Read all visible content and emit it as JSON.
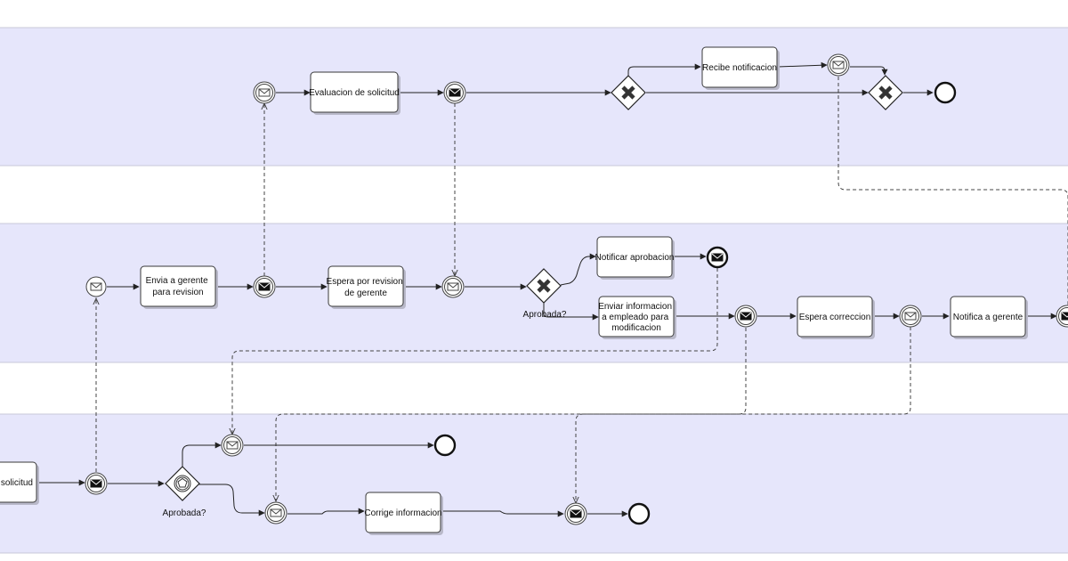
{
  "diagram": {
    "type": "bpmn-collaboration",
    "pools": [
      {
        "id": "pool-top",
        "label": ""
      },
      {
        "id": "pool-middle",
        "label": ""
      },
      {
        "id": "pool-bottom",
        "label": ""
      }
    ],
    "tasks": [
      {
        "id": "evaluacion-solicitud",
        "lines": [
          "Evaluacion de solicitud"
        ]
      },
      {
        "id": "recibe-notificacion",
        "lines": [
          "Recibe notificacion"
        ]
      },
      {
        "id": "envia-gerente",
        "lines": [
          "Envia a gerente",
          "para revision"
        ]
      },
      {
        "id": "espera-revision",
        "lines": [
          "Espera por revision",
          "de gerente"
        ]
      },
      {
        "id": "notificar-aprobacion",
        "lines": [
          "Notificar aprobacion"
        ]
      },
      {
        "id": "enviar-informacion",
        "lines": [
          "Enviar informacion",
          "a empleado para",
          "modificacion"
        ]
      },
      {
        "id": "espera-correccion",
        "lines": [
          "Espera correccion"
        ]
      },
      {
        "id": "notifica-gerente",
        "lines": [
          "Notifica a gerente"
        ]
      },
      {
        "id": "solicitud",
        "lines": [
          "solicitud"
        ]
      },
      {
        "id": "corrige-informacion",
        "lines": [
          "Corrige informacion"
        ]
      }
    ],
    "gateways": [
      {
        "id": "gw-top-split",
        "type": "exclusive",
        "label": ""
      },
      {
        "id": "gw-top-merge",
        "type": "exclusive",
        "label": ""
      },
      {
        "id": "gw-aprobada-middle",
        "type": "exclusive",
        "label": "Aprobada?"
      },
      {
        "id": "gw-aprobada-bottom",
        "type": "event-based",
        "label": "Aprobada?"
      }
    ],
    "events": [
      {
        "id": "top-catch-1",
        "kind": "intermediate-catch-message"
      },
      {
        "id": "top-throw-1",
        "kind": "intermediate-throw-message"
      },
      {
        "id": "top-catch-2",
        "kind": "intermediate-catch-message"
      },
      {
        "id": "top-end",
        "kind": "end"
      },
      {
        "id": "mid-start",
        "kind": "start-message"
      },
      {
        "id": "mid-throw-1",
        "kind": "intermediate-throw-message"
      },
      {
        "id": "mid-catch-1",
        "kind": "intermediate-catch-message"
      },
      {
        "id": "mid-end-msg",
        "kind": "end-message"
      },
      {
        "id": "mid-throw-2",
        "kind": "intermediate-throw-message"
      },
      {
        "id": "mid-catch-2",
        "kind": "intermediate-catch-message"
      },
      {
        "id": "mid-throw-3",
        "kind": "intermediate-throw-message"
      },
      {
        "id": "bot-throw-1",
        "kind": "intermediate-throw-message"
      },
      {
        "id": "bot-catch-1",
        "kind": "intermediate-catch-message"
      },
      {
        "id": "bot-end-1",
        "kind": "end"
      },
      {
        "id": "bot-catch-2",
        "kind": "intermediate-catch-message"
      },
      {
        "id": "bot-throw-2",
        "kind": "intermediate-throw-message"
      },
      {
        "id": "bot-end-2",
        "kind": "end"
      }
    ],
    "flows": [
      {
        "from": "top-catch-1",
        "to": "evaluacion-solicitud",
        "kind": "sequence"
      },
      {
        "from": "evaluacion-solicitud",
        "to": "top-throw-1",
        "kind": "sequence"
      },
      {
        "from": "top-throw-1",
        "to": "gw-top-split",
        "kind": "sequence"
      },
      {
        "from": "gw-top-split",
        "to": "recibe-notificacion",
        "kind": "sequence"
      },
      {
        "from": "gw-top-split",
        "to": "gw-top-merge",
        "kind": "sequence"
      },
      {
        "from": "recibe-notificacion",
        "to": "top-catch-2",
        "kind": "sequence"
      },
      {
        "from": "top-catch-2",
        "to": "gw-top-merge",
        "kind": "sequence"
      },
      {
        "from": "gw-top-merge",
        "to": "top-end",
        "kind": "sequence"
      },
      {
        "from": "mid-start",
        "to": "envia-gerente",
        "kind": "sequence"
      },
      {
        "from": "envia-gerente",
        "to": "mid-throw-1",
        "kind": "sequence"
      },
      {
        "from": "mid-throw-1",
        "to": "espera-revision",
        "kind": "sequence"
      },
      {
        "from": "espera-revision",
        "to": "mid-catch-1",
        "kind": "sequence"
      },
      {
        "from": "mid-catch-1",
        "to": "gw-aprobada-middle",
        "kind": "sequence"
      },
      {
        "from": "gw-aprobada-middle",
        "to": "notificar-aprobacion",
        "kind": "sequence"
      },
      {
        "from": "gw-aprobada-middle",
        "to": "enviar-informacion",
        "kind": "sequence"
      },
      {
        "from": "notificar-aprobacion",
        "to": "mid-end-msg",
        "kind": "sequence"
      },
      {
        "from": "enviar-informacion",
        "to": "mid-throw-2",
        "kind": "sequence"
      },
      {
        "from": "mid-throw-2",
        "to": "espera-correccion",
        "kind": "sequence"
      },
      {
        "from": "espera-correccion",
        "to": "mid-catch-2",
        "kind": "sequence"
      },
      {
        "from": "mid-catch-2",
        "to": "notifica-gerente",
        "kind": "sequence"
      },
      {
        "from": "notifica-gerente",
        "to": "mid-throw-3",
        "kind": "sequence"
      },
      {
        "from": "solicitud",
        "to": "bot-throw-1",
        "kind": "sequence"
      },
      {
        "from": "bot-throw-1",
        "to": "gw-aprobada-bottom",
        "kind": "sequence"
      },
      {
        "from": "gw-aprobada-bottom",
        "to": "bot-catch-1",
        "kind": "sequence"
      },
      {
        "from": "gw-aprobada-bottom",
        "to": "bot-catch-2",
        "kind": "sequence"
      },
      {
        "from": "bot-catch-1",
        "to": "bot-end-1",
        "kind": "sequence"
      },
      {
        "from": "bot-catch-2",
        "to": "corrige-informacion",
        "kind": "sequence"
      },
      {
        "from": "corrige-informacion",
        "to": "bot-throw-2",
        "kind": "sequence"
      },
      {
        "from": "bot-throw-2",
        "to": "bot-end-2",
        "kind": "sequence"
      },
      {
        "from": "mid-throw-1",
        "to": "top-catch-1",
        "kind": "message"
      },
      {
        "from": "top-throw-1",
        "to": "mid-catch-1",
        "kind": "message"
      },
      {
        "from": "bot-throw-1",
        "to": "mid-start",
        "kind": "message"
      },
      {
        "from": "top-catch-2",
        "to": "mid-throw-3",
        "kind": "message"
      },
      {
        "from": "mid-end-msg",
        "to": "bot-catch-1",
        "kind": "message"
      },
      {
        "from": "mid-throw-2",
        "to": "bot-catch-2",
        "kind": "message"
      },
      {
        "from": "mid-catch-2",
        "to": "bot-throw-2",
        "kind": "message"
      }
    ]
  }
}
